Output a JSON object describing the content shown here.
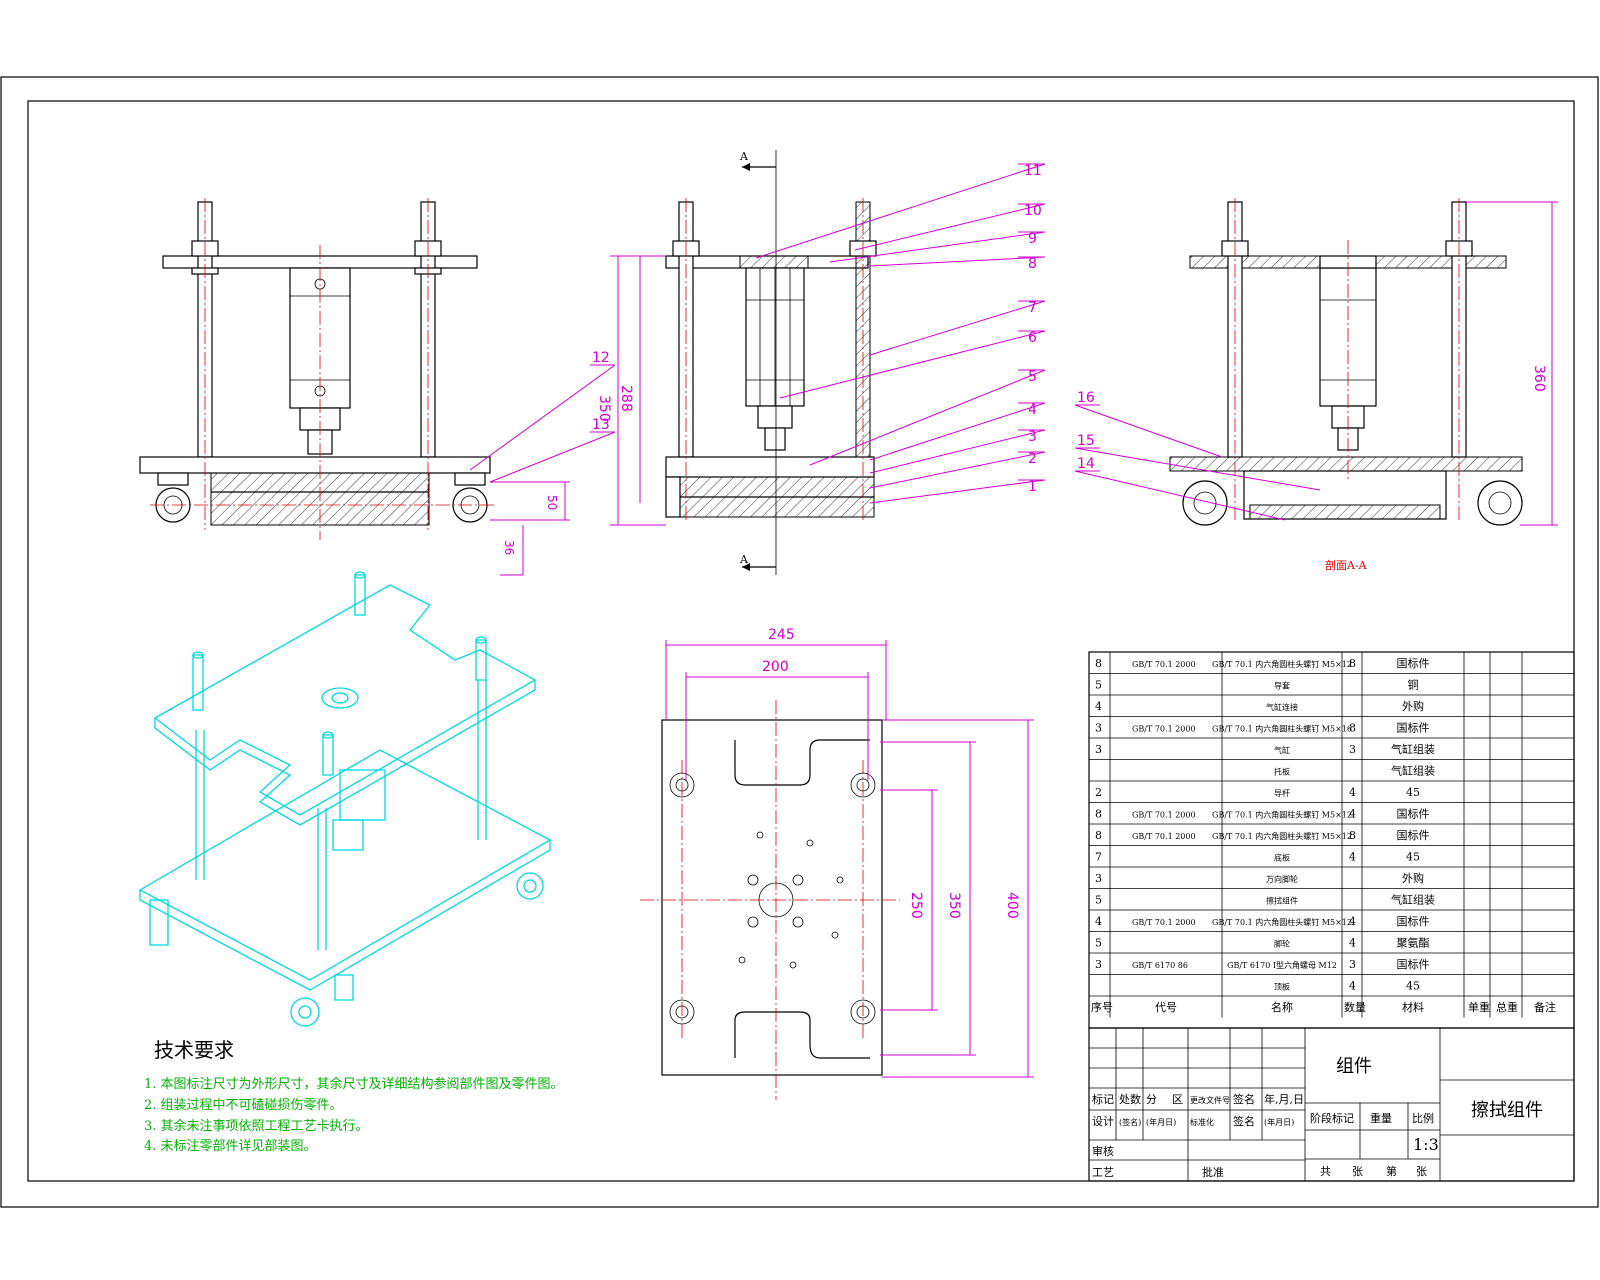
{
  "drawing": {
    "balloons": [
      "1",
      "2",
      "3",
      "4",
      "5",
      "6",
      "7",
      "8",
      "9",
      "10",
      "11",
      "12",
      "13",
      "14",
      "15",
      "16"
    ],
    "dims": {
      "front_350": "350",
      "front_288": "288",
      "front_50": "50",
      "front_36": "36",
      "side_360": "360",
      "top_245": "245",
      "top_200": "200",
      "top_250": "250",
      "top_350": "350",
      "top_400": "400"
    },
    "section_mark": "A",
    "section_label": "剖面A-A"
  },
  "tech": {
    "title": "技术要求",
    "items": [
      "1. 本图标注尺寸为外形尺寸，其余尺寸及详细结构参阅部件图及零件图。",
      "2. 组装过程中不可磕碰损伤零件。",
      "3. 其余未注事项依照工程工艺卡执行。",
      "4. 未标注零部件详见部装图。"
    ]
  },
  "bom": {
    "rows": [
      {
        "no": "8",
        "std": "GB/T 70.1  2000",
        "name": "GB/T 70.1 内六角圆柱头螺钉 M5×12",
        "qty": "8",
        "mat": "国标件"
      },
      {
        "no": "5",
        "std": "",
        "name": "导套",
        "qty": "",
        "mat": "铜"
      },
      {
        "no": "4",
        "std": "",
        "name": "气缸连接",
        "qty": "",
        "mat": "外购"
      },
      {
        "no": "3",
        "std": "GB/T 70.1  2000",
        "name": "GB/T 70.1 内六角圆柱头螺钉 M5×16",
        "qty": "8",
        "mat": "国标件"
      },
      {
        "no": "3",
        "std": "",
        "name": "气缸",
        "qty": "3",
        "mat": "气缸组装"
      },
      {
        "no": "",
        "std": "",
        "name": "托板",
        "qty": "",
        "mat": "气缸组装"
      },
      {
        "no": "2",
        "std": "",
        "name": "导杆",
        "qty": "4",
        "mat": "45"
      },
      {
        "no": "8",
        "std": "GB/T 70.1  2000",
        "name": "GB/T 70.1 内六角圆柱头螺钉 M5×12",
        "qty": "4",
        "mat": "国标件"
      },
      {
        "no": "8",
        "std": "GB/T 70.1  2000",
        "name": "GB/T 70.1 内六角圆柱头螺钉 M5×12",
        "qty": "8",
        "mat": "国标件"
      },
      {
        "no": "7",
        "std": "",
        "name": "底板",
        "qty": "4",
        "mat": "45"
      },
      {
        "no": "3",
        "std": "",
        "name": "万向脚轮",
        "qty": "",
        "mat": "外购"
      },
      {
        "no": "5",
        "std": "",
        "name": "擦拭组件",
        "qty": "",
        "mat": "气缸组装"
      },
      {
        "no": "4",
        "std": "GB/T 70.1  2000",
        "name": "GB/T 70.1 内六角圆柱头螺钉 M5×12",
        "qty": "4",
        "mat": "国标件"
      },
      {
        "no": "5",
        "std": "",
        "name": "脚轮",
        "qty": "4",
        "mat": "聚氨酯"
      },
      {
        "no": "3",
        "std": "GB/T 6170  86",
        "name": "GB/T 6170 I型六角螺母 M12",
        "qty": "3",
        "mat": "国标件"
      },
      {
        "no": "",
        "std": "",
        "name": "顶板",
        "qty": "4",
        "mat": "45"
      }
    ],
    "header": [
      "序号",
      "代号",
      "名称",
      "数量",
      "材料",
      "单重",
      "总重",
      "备注"
    ]
  },
  "titleblock": {
    "group": "组件",
    "name": "擦拭组件",
    "labels": [
      "标记",
      "处数",
      "分",
      "区",
      "更改文件号",
      "签名",
      "年,月,日"
    ],
    "labels2": [
      "设计",
      "(签名)",
      "(年月日)",
      "标准化",
      "签名",
      "(年月日)"
    ],
    "stage": "阶段标记",
    "weight": "重量",
    "scale_label": "比例",
    "scale": "1:3",
    "review": "审核",
    "process": "工艺",
    "approve": "批准",
    "sheets": [
      "共",
      "张",
      "第",
      "张"
    ]
  }
}
